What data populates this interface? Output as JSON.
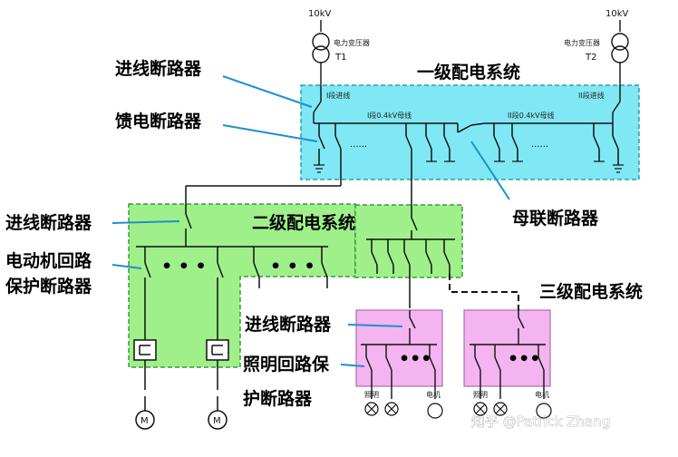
{
  "labels": {
    "level1_title": "一级配电系统",
    "level2_title": "二级配电系统",
    "level3_title": "三级配电系统",
    "incoming_breaker_left": "进线断路器",
    "feeder_breaker": "馈电断路器",
    "incoming_breaker_l2": "进线断路器",
    "motor_protect_line1": "电动机回路",
    "motor_protect_line2": "保护断路器",
    "bus_tie_breaker": "母联断路器",
    "incoming_breaker_l3": "进线断路器",
    "lighting_protect_line1": "照明回路保",
    "lighting_protect_line2": "护断路器"
  },
  "sources": {
    "voltage_left": "10kV",
    "voltage_right": "10kV",
    "transformer_label_left": "电力变压器",
    "transformer_label_right": "电力变压器",
    "transformer_id_left": "T1",
    "transformer_id_right": "T2"
  },
  "bus": {
    "bus1_label": "I段0.4kV母线",
    "bus2_label": "II段0.4kV母线",
    "incomer1_label": "I段进线",
    "incomer2_label": "II段进线",
    "dots": "......"
  },
  "loads": {
    "motor": "M",
    "light_label": "照明",
    "motor_label": "电机"
  },
  "watermark": "知乎 @Patrick Zhang",
  "colors": {
    "level1_fill": "#7fe8f4",
    "level2_fill": "#9ff08a",
    "level3_fill": "#f4b4f0",
    "callout_line": "#1d8fd0",
    "wiring": "#111111"
  }
}
